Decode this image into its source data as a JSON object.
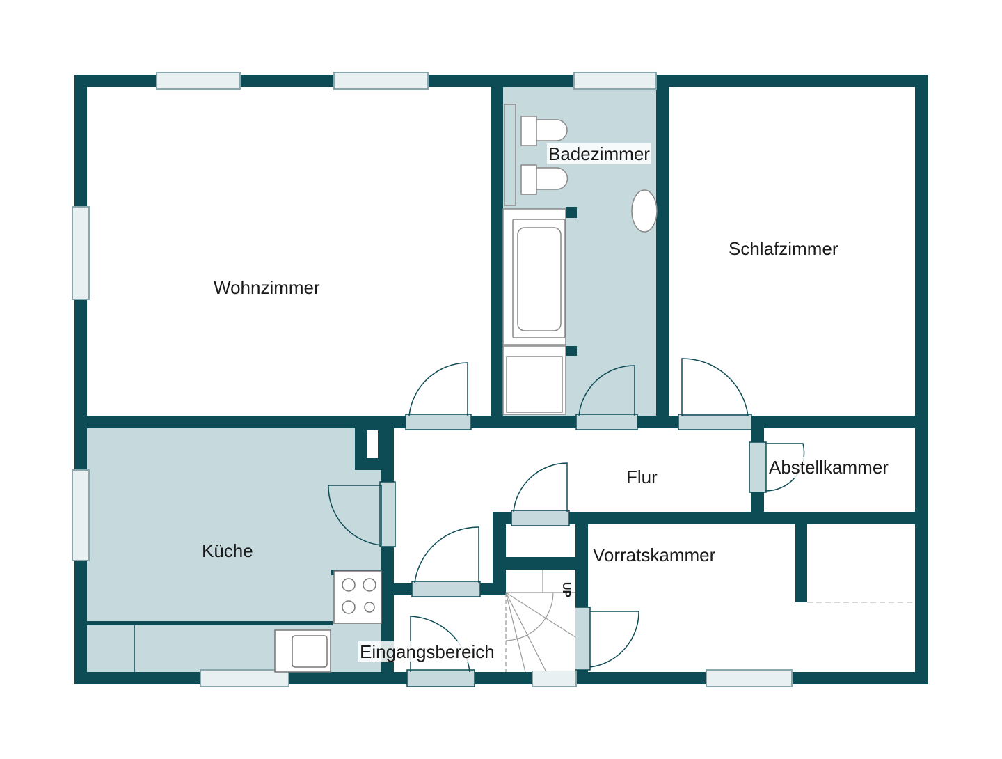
{
  "colors": {
    "wall": "#0d4b55",
    "tile": "#c6d9dd",
    "window": "#c6d9dd",
    "floor": "#ffffff"
  },
  "rooms": {
    "wohnzimmer": "Wohnzimmer",
    "badezimmer": "Badezimmer",
    "schlafzimmer": "Schlafzimmer",
    "flur": "Flur",
    "abstellkammer": "Abstellkammer",
    "kueche": "Küche",
    "vorratskammer": "Vorratskammer",
    "eingangsbereich": "Eingangsbereich"
  },
  "stairs_label": "UP"
}
